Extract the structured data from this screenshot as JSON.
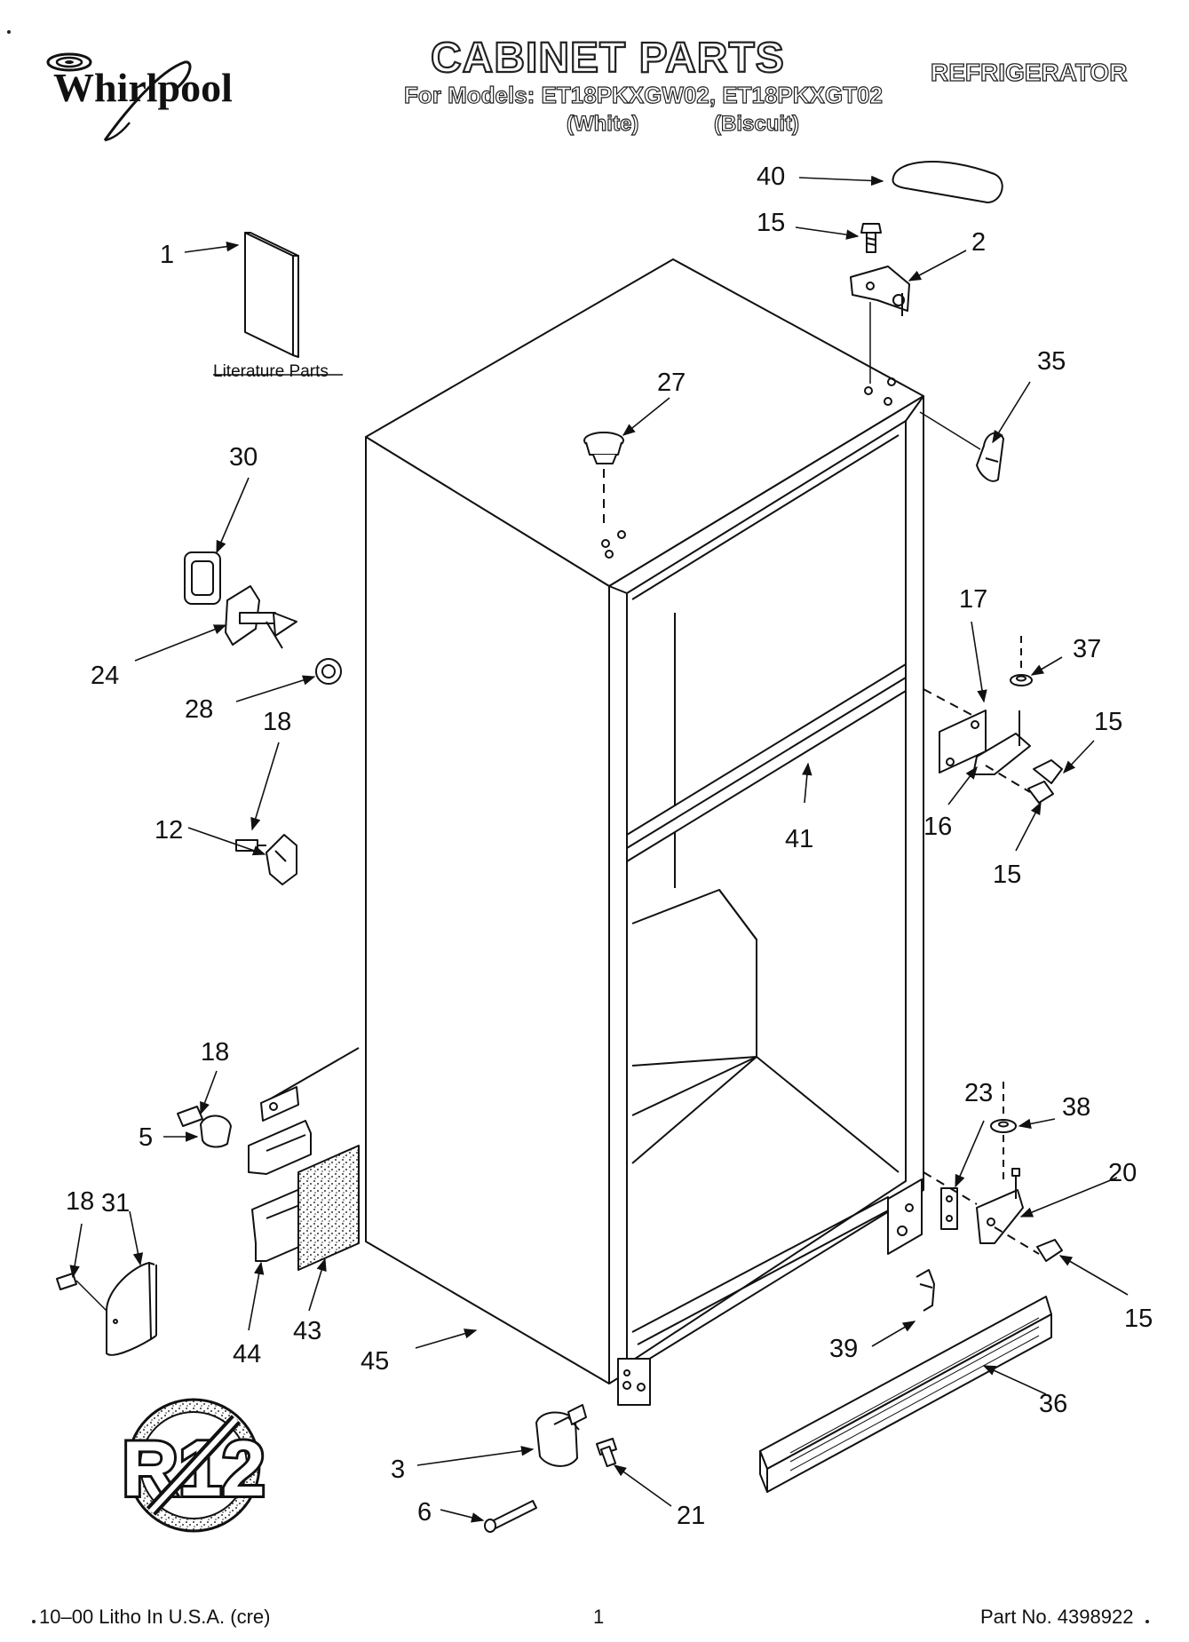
{
  "header": {
    "brand": "Whirlpool",
    "title": "CABINET PARTS",
    "models_line": "For Models: ET18PKXGW02, ET18PKXGT02",
    "color_white": "(White)",
    "color_biscuit": "(Biscuit)",
    "appliance_type": "REFRIGERATOR"
  },
  "labels": {
    "literature_parts": "Literature Parts"
  },
  "callouts": [
    {
      "id": "c1",
      "num": "1"
    },
    {
      "id": "c2",
      "num": "2"
    },
    {
      "id": "c3",
      "num": "3"
    },
    {
      "id": "c5",
      "num": "5"
    },
    {
      "id": "c6",
      "num": "6"
    },
    {
      "id": "c12",
      "num": "12"
    },
    {
      "id": "c15a",
      "num": "15"
    },
    {
      "id": "c15b",
      "num": "15"
    },
    {
      "id": "c15c",
      "num": "15"
    },
    {
      "id": "c15d",
      "num": "15"
    },
    {
      "id": "c16",
      "num": "16"
    },
    {
      "id": "c17",
      "num": "17"
    },
    {
      "id": "c18a",
      "num": "18"
    },
    {
      "id": "c18b",
      "num": "18"
    },
    {
      "id": "c18c",
      "num": "18"
    },
    {
      "id": "c20",
      "num": "20"
    },
    {
      "id": "c21",
      "num": "21"
    },
    {
      "id": "c23",
      "num": "23"
    },
    {
      "id": "c24",
      "num": "24"
    },
    {
      "id": "c27",
      "num": "27"
    },
    {
      "id": "c28",
      "num": "28"
    },
    {
      "id": "c30",
      "num": "30"
    },
    {
      "id": "c31",
      "num": "31"
    },
    {
      "id": "c35",
      "num": "35"
    },
    {
      "id": "c36",
      "num": "36"
    },
    {
      "id": "c37",
      "num": "37"
    },
    {
      "id": "c38",
      "num": "38"
    },
    {
      "id": "c39",
      "num": "39"
    },
    {
      "id": "c40",
      "num": "40"
    },
    {
      "id": "c41",
      "num": "41"
    },
    {
      "id": "c43",
      "num": "43"
    },
    {
      "id": "c44",
      "num": "44"
    },
    {
      "id": "c45",
      "num": "45"
    }
  ],
  "badge": {
    "text": "R12"
  },
  "footer": {
    "left": "10–00 Litho In U.S.A. (cre)",
    "page": "1",
    "part_no": "Part No. 4398922"
  },
  "colors": {
    "ink": "#111111",
    "background": "#ffffff"
  }
}
